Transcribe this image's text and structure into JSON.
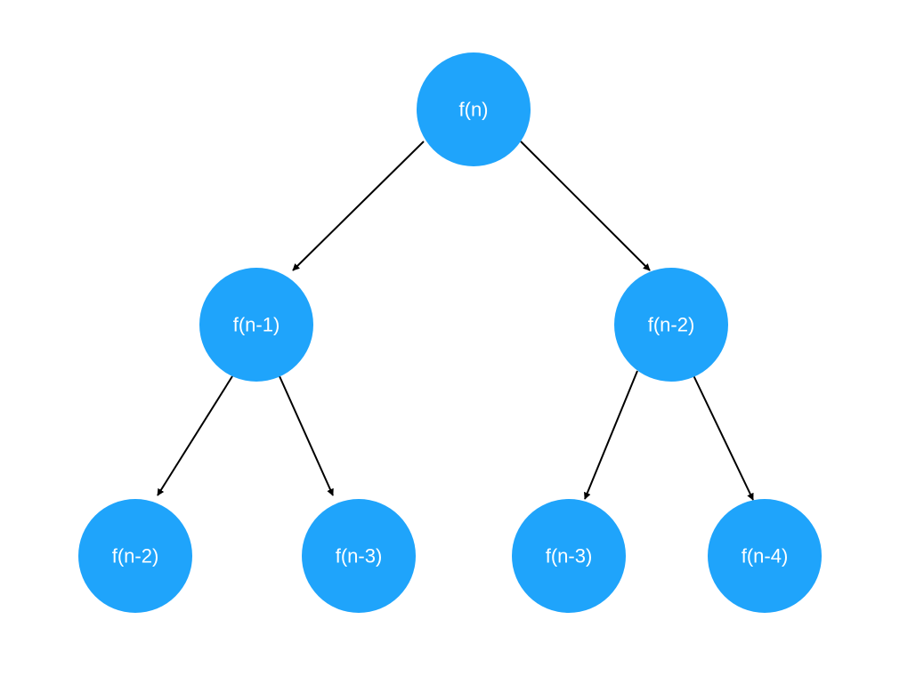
{
  "colors": {
    "background": "#ffffff",
    "node_fill": "#1fa4fb",
    "node_text": "#ffffff",
    "edge": "#000000"
  },
  "tree": {
    "root": {
      "label": "f(n)",
      "children": [
        {
          "label": "f(n-1)",
          "children": [
            {
              "label": "f(n-2)"
            },
            {
              "label": "f(n-3)"
            }
          ]
        },
        {
          "label": "f(n-2)",
          "children": [
            {
              "label": "f(n-3)"
            },
            {
              "label": "f(n-4)"
            }
          ]
        }
      ]
    }
  }
}
